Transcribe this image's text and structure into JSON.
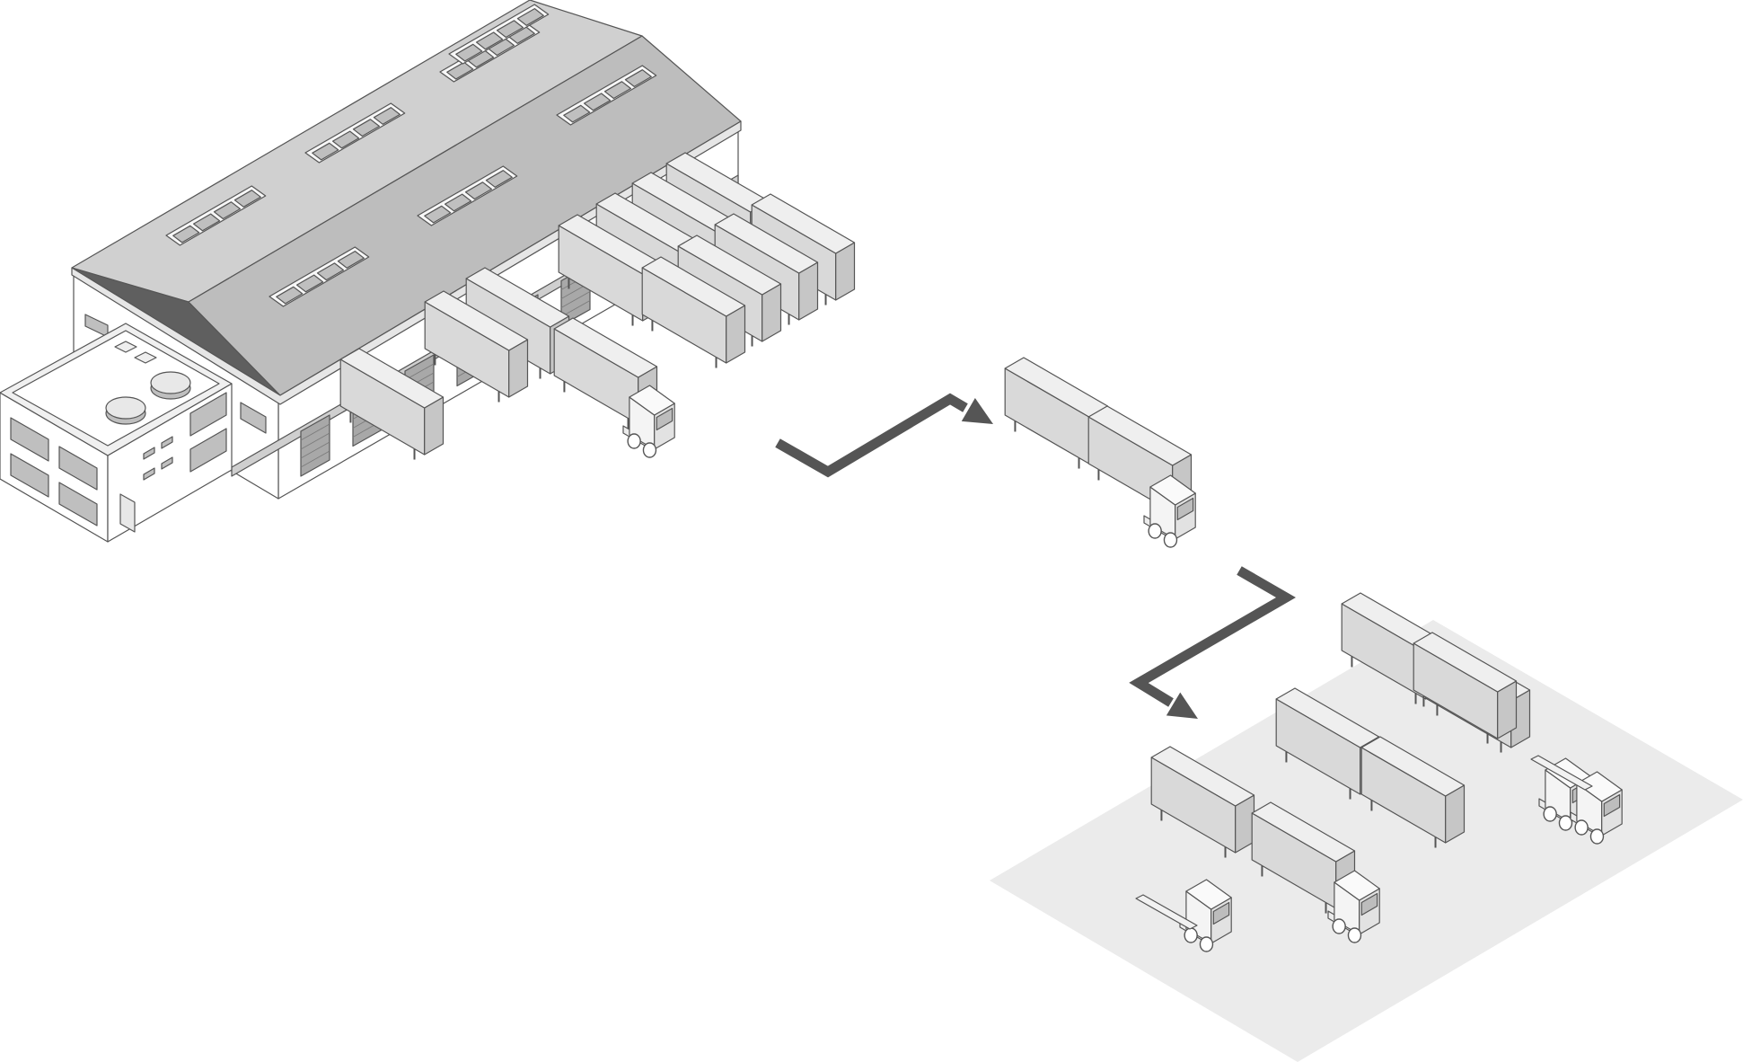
{
  "colors": {
    "background": "#ffffff",
    "line": "#555555",
    "roof": "#d0d0d0",
    "roof_dark": "#bdbdbd",
    "gable": "#5f5f5f",
    "wall": "#ffffff",
    "container_side": "#d9d9d9",
    "container_top": "#efefef",
    "container_end": "#c6c6c6",
    "arrow": "#555555",
    "yard": "#ebebeb",
    "window": "#bfbfbf",
    "door": "#a8a8a8"
  },
  "icons": {
    "warehouse": "warehouse-icon",
    "container": "container-trailer-icon",
    "truck": "truck-tractor-icon",
    "arrow": "flow-arrow-icon",
    "yard": "yard-area-icon"
  },
  "flow": {
    "stages": [
      "warehouse-loading",
      "transport",
      "trailer-yard"
    ],
    "warehouse": {
      "dock_doors": 8,
      "roof_skylights": 7
    },
    "dock_containers": 12,
    "transit_trucks": 1,
    "yard": {
      "containers": 7,
      "trucks": 4
    }
  }
}
